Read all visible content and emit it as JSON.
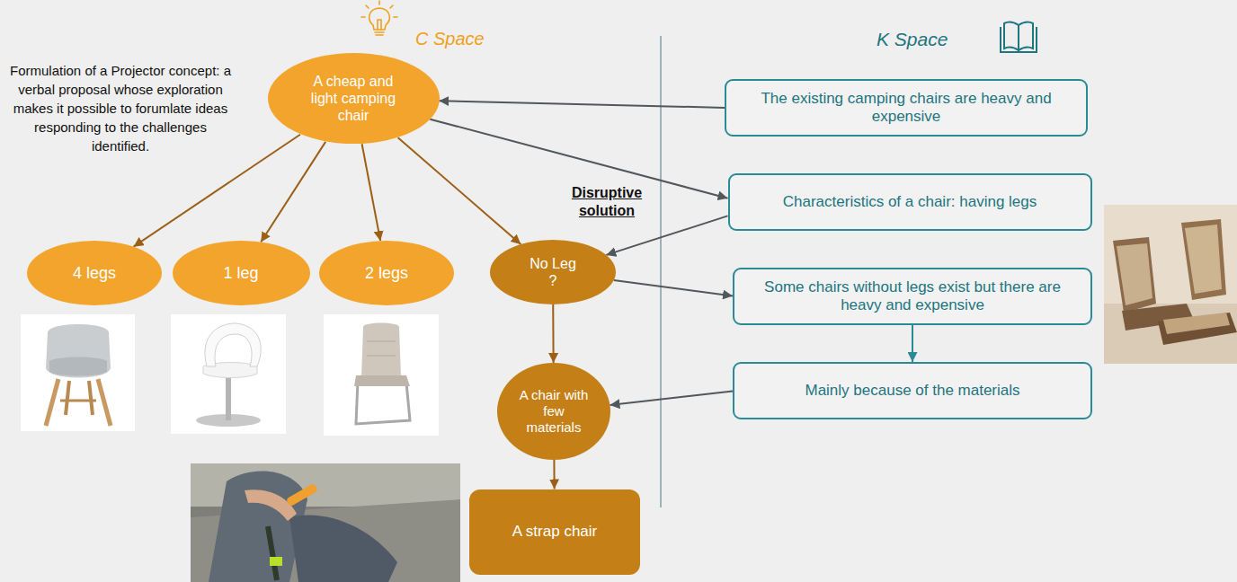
{
  "diagram": {
    "nodes": [
      {
        "text": [
          "A cheap and light camping chair"
        ]
      },
      {
        "text": [
          "4 legs"
        ]
      },
      {
        "text": [
          "1 leg"
        ]
      },
      {
        "text": [
          "2 legs"
        ]
      },
      {
        "text": [
          "No Leg ?"
        ]
      },
      {
        "text": [
          "A chair with few materials"
        ]
      },
      {
        "text": [
          "A strap chair"
        ]
      },
      {
        "text": [
          "The existing camping chairs are heavy and expensive"
        ]
      },
      {
        "text": [
          "Characteristics of a chair: having legs"
        ]
      },
      {
        "text": [
          "Some chairs without legs exist but there are heavy and expensive"
        ]
      },
      {
        "text": [
          "Mainly because of the materials"
        ]
      }
    ],
    "edges": [
      {
        "from": 7,
        "to": 0,
        "arrow": "to"
      },
      {
        "from": 0,
        "to": 8,
        "arrow": "to"
      },
      {
        "from": 0,
        "to": 1,
        "arrow": "to"
      },
      {
        "from": 0,
        "to": 2,
        "arrow": "to"
      },
      {
        "from": 0,
        "to": 3,
        "arrow": "to"
      },
      {
        "from": 0,
        "to": 4,
        "arrow": "to"
      },
      {
        "from": 8,
        "to": 4,
        "arrow": "to"
      },
      {
        "from": 4,
        "to": 9,
        "arrow": "to"
      },
      {
        "from": 9,
        "to": 10,
        "arrow": "to"
      },
      {
        "from": 10,
        "to": 5,
        "arrow": "to"
      },
      {
        "from": 4,
        "to": 5,
        "arrow": "to"
      },
      {
        "from": 5,
        "to": 6,
        "arrow": "to"
      }
    ],
    "labels": [
      "C Space",
      "K Space",
      "Formulation of a Projector concept: a verbal proposal whose exploration makes it possible to forumlate ideas responding to the challenges identified.",
      "Disruptive solution"
    ]
  }
}
